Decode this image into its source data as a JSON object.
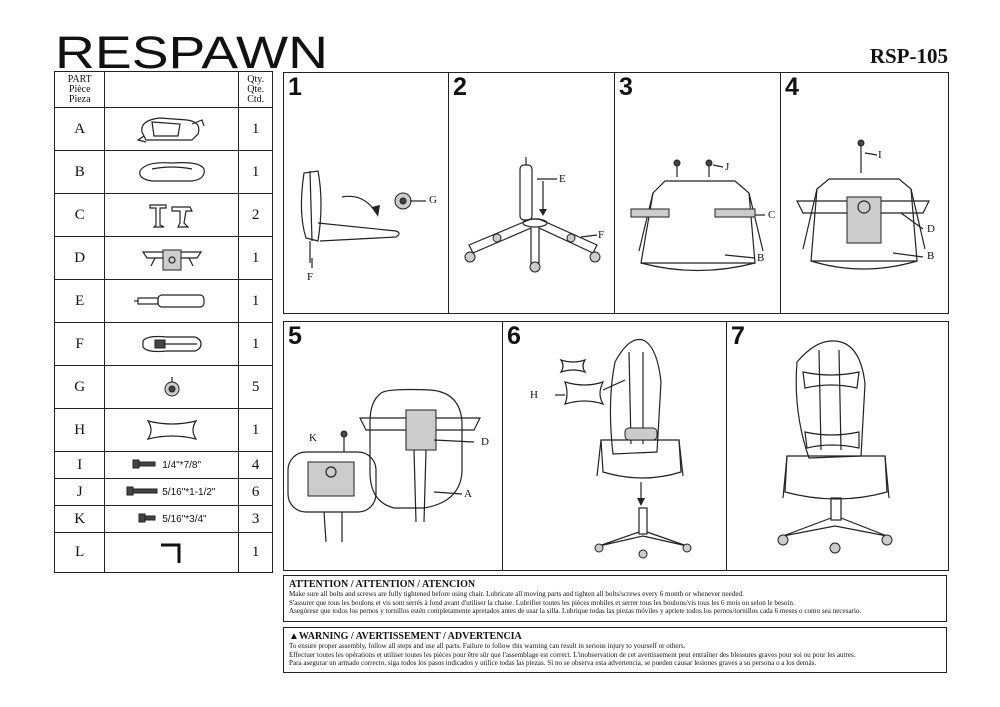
{
  "brand": "RESPAWN",
  "model": "RSP-105",
  "parts_table": {
    "header": {
      "part": [
        "PART",
        "Pièce",
        "Pieza"
      ],
      "qty": [
        "Qty.",
        "Qte.",
        "Ctd."
      ]
    },
    "rows": [
      {
        "letter": "A",
        "spec": "",
        "qty": "1"
      },
      {
        "letter": "B",
        "spec": "",
        "qty": "1"
      },
      {
        "letter": "C",
        "spec": "",
        "qty": "2"
      },
      {
        "letter": "D",
        "spec": "",
        "qty": "1"
      },
      {
        "letter": "E",
        "spec": "",
        "qty": "1"
      },
      {
        "letter": "F",
        "spec": "",
        "qty": "1"
      },
      {
        "letter": "G",
        "spec": "",
        "qty": "5"
      },
      {
        "letter": "H",
        "spec": "",
        "qty": "1"
      },
      {
        "letter": "I",
        "spec": "1/4\"*7/8\"",
        "qty": "4"
      },
      {
        "letter": "J",
        "spec": "5/16\"*1-1/2\"",
        "qty": "6"
      },
      {
        "letter": "K",
        "spec": "5/16\"*3/4\"",
        "qty": "3"
      },
      {
        "letter": "L",
        "spec": "",
        "qty": "1"
      }
    ]
  },
  "steps": [
    {
      "number": "1",
      "labels": [
        "G",
        "F"
      ]
    },
    {
      "number": "2",
      "labels": [
        "E",
        "F"
      ]
    },
    {
      "number": "3",
      "labels": [
        "J",
        "C",
        "B"
      ]
    },
    {
      "number": "4",
      "labels": [
        "I",
        "D",
        "B"
      ]
    },
    {
      "number": "5",
      "labels": [
        "K",
        "D",
        "A"
      ]
    },
    {
      "number": "6",
      "labels": [
        "H"
      ]
    },
    {
      "number": "7",
      "labels": []
    }
  ],
  "attention": {
    "title": "ATTENTION / ATTENTION / ATENCION",
    "lines": [
      "Make sure all bolts and screws are fully tightened before using chair. Lubricate all moving parts and tighten all bolts/screws every 6 month or whenever needed.",
      "S'assurer que tous les boulons et vis sont serrés à fond avant d'utiliser la chaise. Lubrifier toutes les pièces mobiles et serrer tous les boulons/vis tous les 6 mois ou selon le besoin.",
      "Asegúrese que todos los pernos y tornillos estén completamente apretados antes de usar la silla. Lubrique todas las piezas móviles y apriete todos los pernos/tornillos cada 6 meses o como sea necesario."
    ]
  },
  "warning": {
    "title": "WARNING / AVERTISSEMENT / ADVERTENCIA",
    "lines": [
      "To ensure proper assembly, follow all steps and use all parts. Failure to follow this warning can result in serious injury to yourself or others.",
      "Effectuer toutes les opérations et utiliser toutes les pièces pour être sûr que l'assemblage est correct. L'inobservation de cet avertissement peut entraîner des blessures graves pour soi ou pour les autres.",
      "Para asegurar un armado correcto, siga todos los pasos indicados y utilice todas las piezas. Si no se observa esta advertencia, se pueden causar lesiones graves a su persona o a los demás."
    ]
  }
}
